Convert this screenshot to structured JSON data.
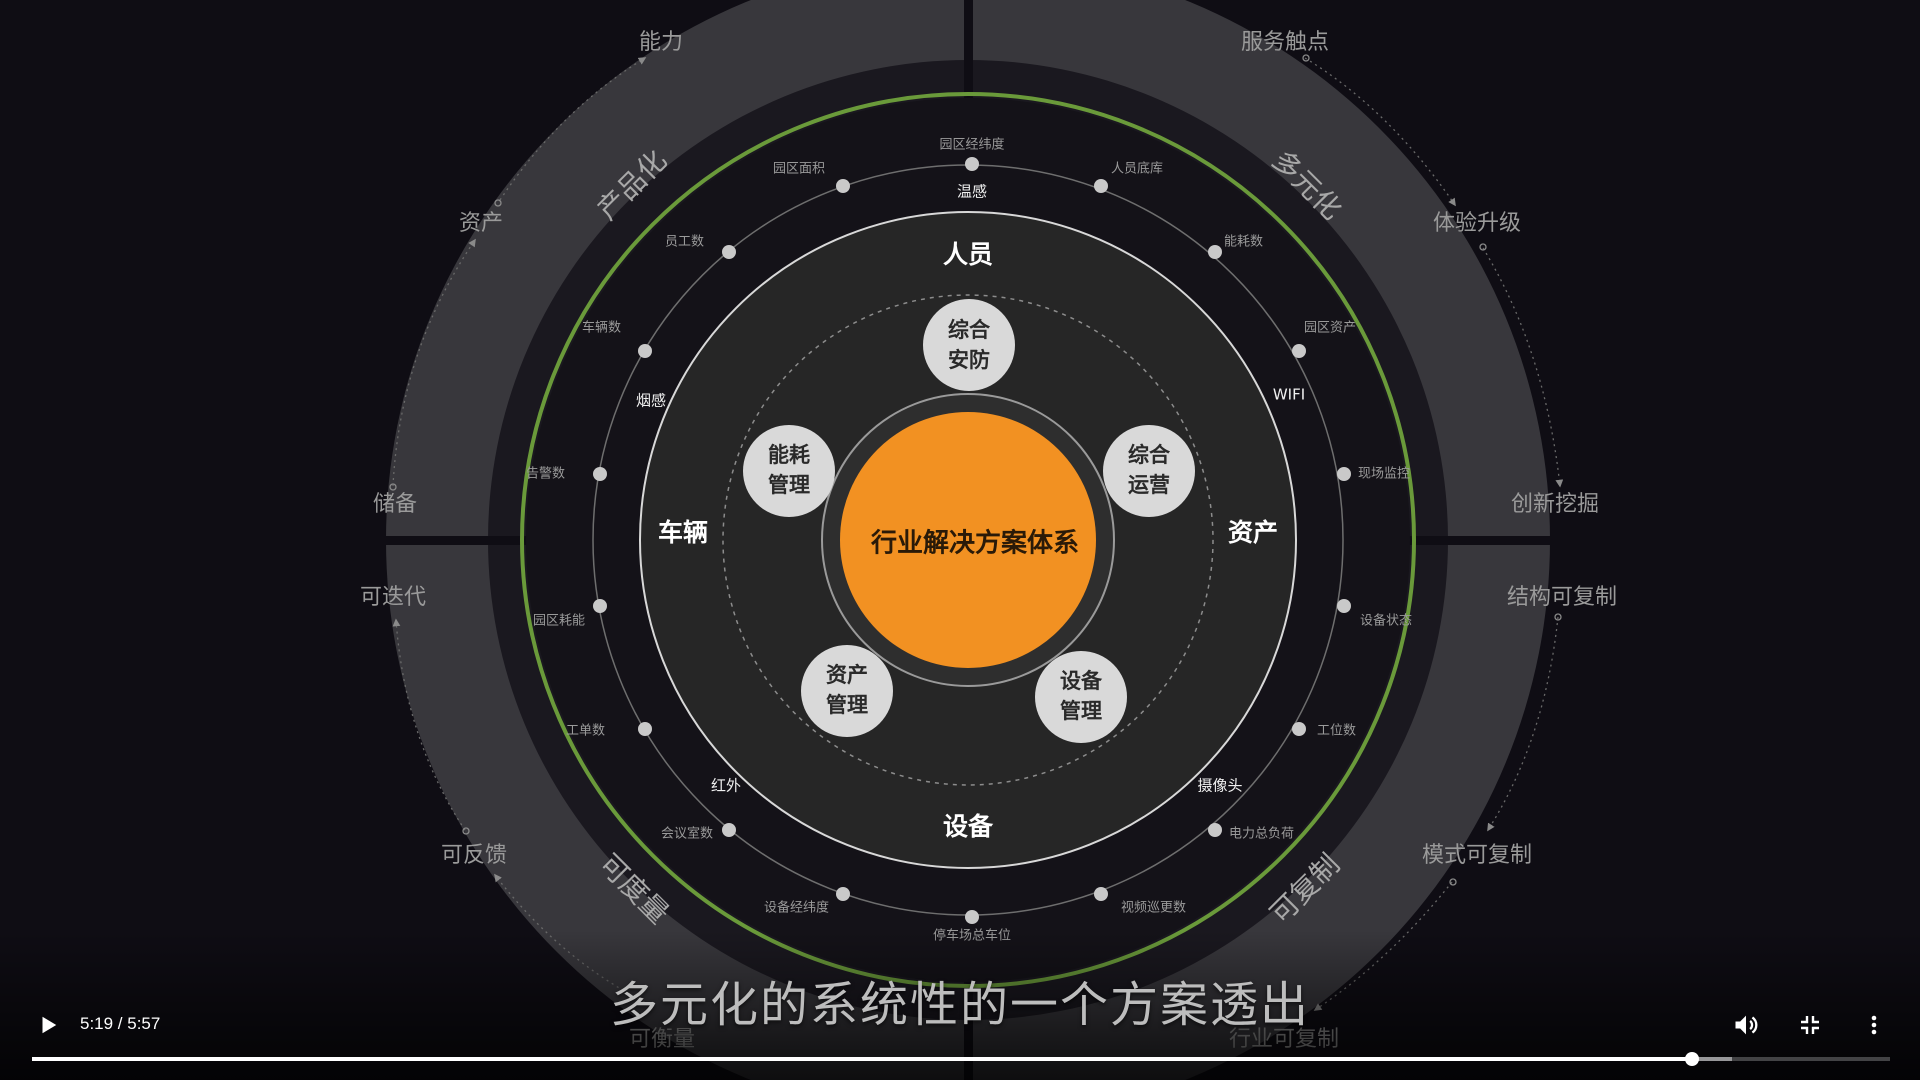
{
  "diagram": {
    "center": "行业解决方案体系",
    "axes": {
      "top": "人员",
      "left": "车辆",
      "right": "资产",
      "bottom": "设备"
    },
    "modules": [
      {
        "line1": "综合",
        "line2": "安防"
      },
      {
        "line1": "综合",
        "line2": "运营"
      },
      {
        "line1": "设备",
        "line2": "管理"
      },
      {
        "line1": "资产",
        "line2": "管理"
      },
      {
        "line1": "能耗",
        "line2": "管理"
      }
    ],
    "sensors": {
      "top": "温感",
      "upper_left": "烟感",
      "upper_right": "WIFI",
      "lower_left": "红外",
      "lower_right": "摄像头"
    },
    "metrics": [
      "园区经纬度",
      "人员底库",
      "能耗数",
      "园区资产",
      "现场监控",
      "设备状态",
      "工位数",
      "电力总负荷",
      "视频巡更数",
      "停车场总车位",
      "设备经纬度",
      "会议室数",
      "工单数",
      "园区耗能",
      "告警数",
      "车辆数",
      "员工数",
      "园区面积"
    ],
    "quadrants": {
      "top_left": "产品化",
      "top_right": "多元化",
      "bottom_left": "可度量",
      "bottom_right": "可复制"
    },
    "outer_flows": {
      "top_left": [
        "储备",
        "资产",
        "能力"
      ],
      "top_right": [
        "服务触点",
        "体验升级",
        "创新挖掘"
      ],
      "bottom_left": [
        "可迭代",
        "可反馈",
        "可衡量"
      ],
      "bottom_right": [
        "结构可复制",
        "模式可复制",
        "行业可复制"
      ]
    },
    "colors": {
      "center": "#f29122",
      "ring_accent": "#6a9a3a",
      "band": "#3a393d"
    }
  },
  "subtitle": "多元化的系统性的一个方案透出",
  "player": {
    "time_display": "5:19 / 5:57",
    "current_seconds": 319,
    "duration_seconds": 357,
    "buffered_fraction": 0.915,
    "icons": {
      "play": "play-icon",
      "volume": "volume-icon",
      "exit_fullscreen": "exit-fullscreen-icon",
      "more": "more-vert-icon"
    }
  }
}
